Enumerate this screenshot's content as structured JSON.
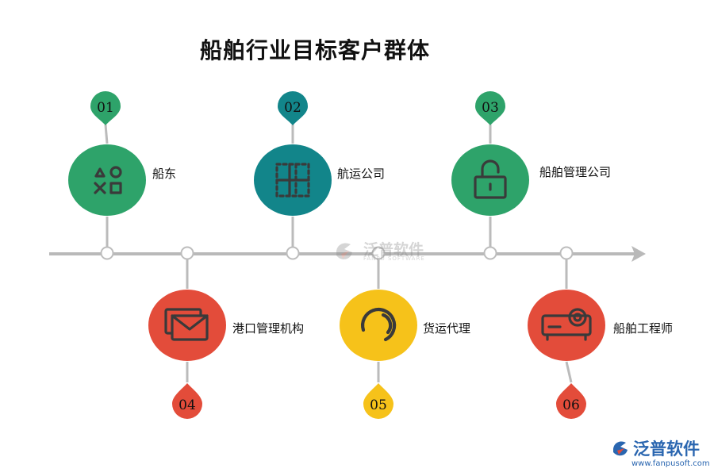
{
  "title": "船舶行业目标客户群体",
  "colors": {
    "green": "#2ea36a",
    "teal": "#12858a",
    "red": "#e34c3a",
    "yellow": "#f6c21a",
    "line": "#b9b9b9"
  },
  "items": [
    {
      "num": "01",
      "label": "船东",
      "color": "green",
      "icon": "shapes-icon",
      "position": "top"
    },
    {
      "num": "02",
      "label": "航运公司",
      "color": "teal",
      "icon": "grid-icon",
      "position": "top"
    },
    {
      "num": "03",
      "label": "船舶管理公司",
      "color": "green",
      "icon": "unlock-icon",
      "position": "top"
    },
    {
      "num": "04",
      "label": "港口管理机构",
      "color": "red",
      "icon": "mail-icon",
      "position": "bottom"
    },
    {
      "num": "05",
      "label": "货运代理",
      "color": "yellow",
      "icon": "circle-icon",
      "position": "bottom"
    },
    {
      "num": "06",
      "label": "船舶工程师",
      "color": "red",
      "icon": "projector-icon",
      "position": "bottom"
    }
  ],
  "watermark": {
    "name": "泛普软件",
    "sub": "FANPU SOFTWARE"
  },
  "logo": {
    "name": "泛普软件",
    "url": "www.fanpusoft.com"
  }
}
